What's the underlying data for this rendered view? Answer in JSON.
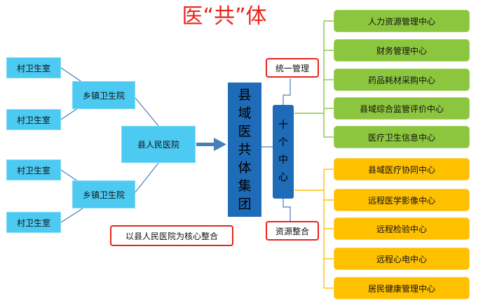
{
  "title": "医“共”体",
  "villages": [
    "村卫生室",
    "村卫生室",
    "村卫生室",
    "村卫生室"
  ],
  "towns": [
    "乡镇卫生院",
    "乡镇卫生院"
  ],
  "county_hospital": "县人民医院",
  "core_note": "以县人民医院为核心整合",
  "group_name": "县域医共体集团",
  "ten_centers": "十个中心",
  "unified_management": "统一管理",
  "resource_integration": "资源整合",
  "management_centers": [
    "人力资源管理中心",
    "财务管理中心",
    "药品耗材采购中心",
    "县域综合监管评价中心",
    "医疗卫生信息中心"
  ],
  "resource_centers": [
    "县域医疗协同中心",
    "远程医学影像中心",
    "远程检验中心",
    "远程心电中心",
    "居民健康管理中心"
  ],
  "colors": {
    "title": "#e8241c",
    "light_blue": "#4dcaf2",
    "dark_blue": "#1e6bb8",
    "green": "#8cc63f",
    "yellow": "#ffc000",
    "red_border": "#e8241c"
  }
}
